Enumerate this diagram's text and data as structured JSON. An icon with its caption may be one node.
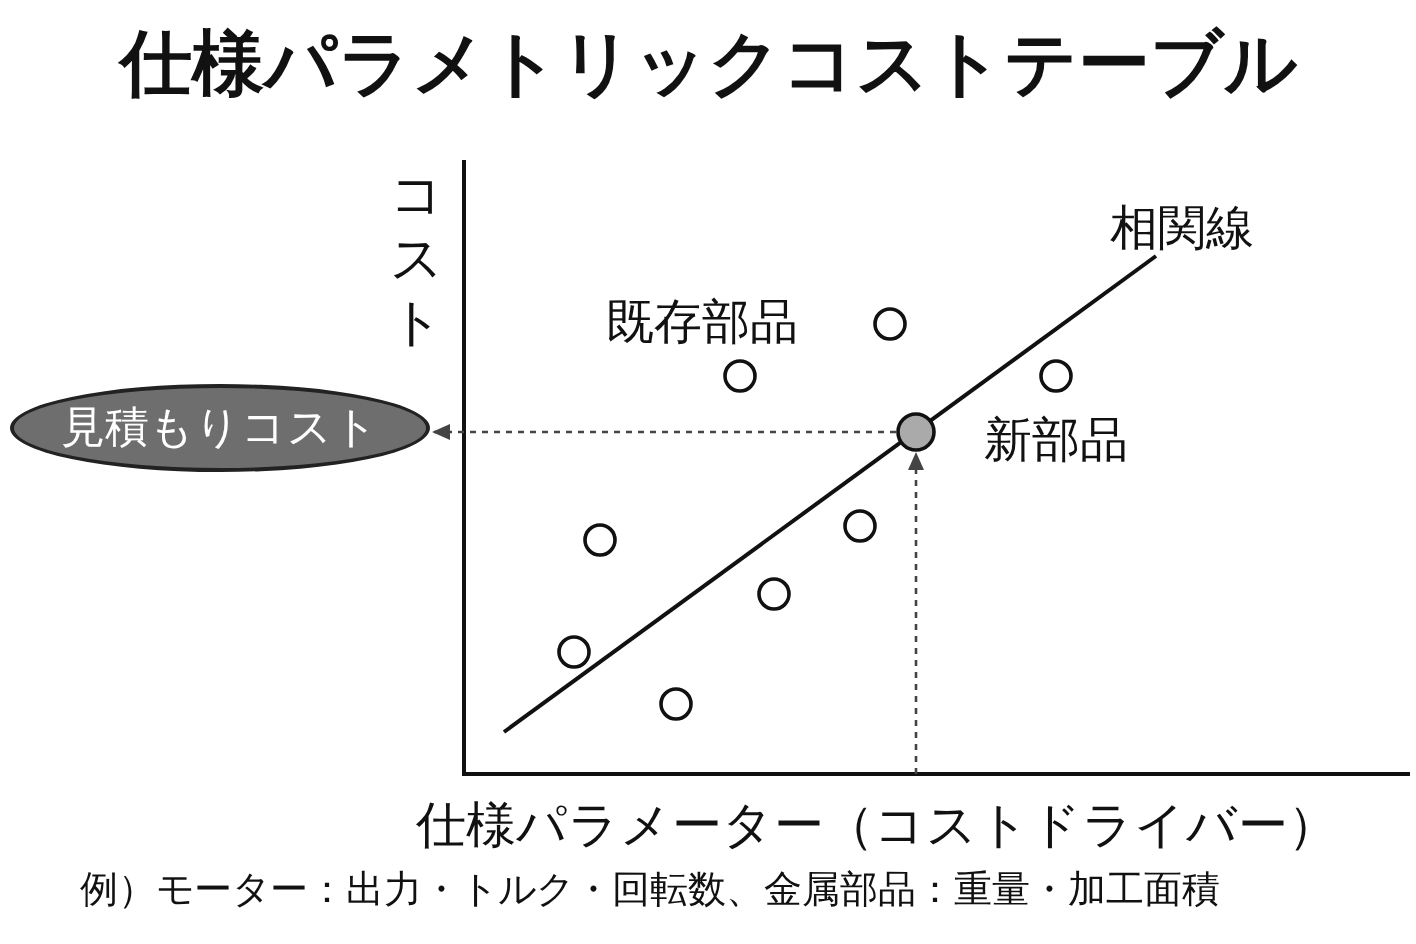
{
  "diagram": {
    "title": "仕様パラメトリックコストテーブル",
    "nodes": [
      {
        "text": [
          "見積もりコスト"
        ]
      },
      {
        "text": [],
        "shape": "circle",
        "beside": [
          "新部品"
        ]
      }
    ],
    "edges": [
      {
        "from": 1,
        "to": 0,
        "arrow": "to",
        "style": "dashed"
      },
      {
        "from": null,
        "to": 1,
        "arrow": "to",
        "style": "dashed"
      }
    ],
    "labels": [
      "コスト",
      "既存部品",
      "相関線",
      "仕様パラメーター（コストドライバー）",
      "例）モーター：出力・トルク・回転数、金属部品：重量・加工面積"
    ]
  }
}
